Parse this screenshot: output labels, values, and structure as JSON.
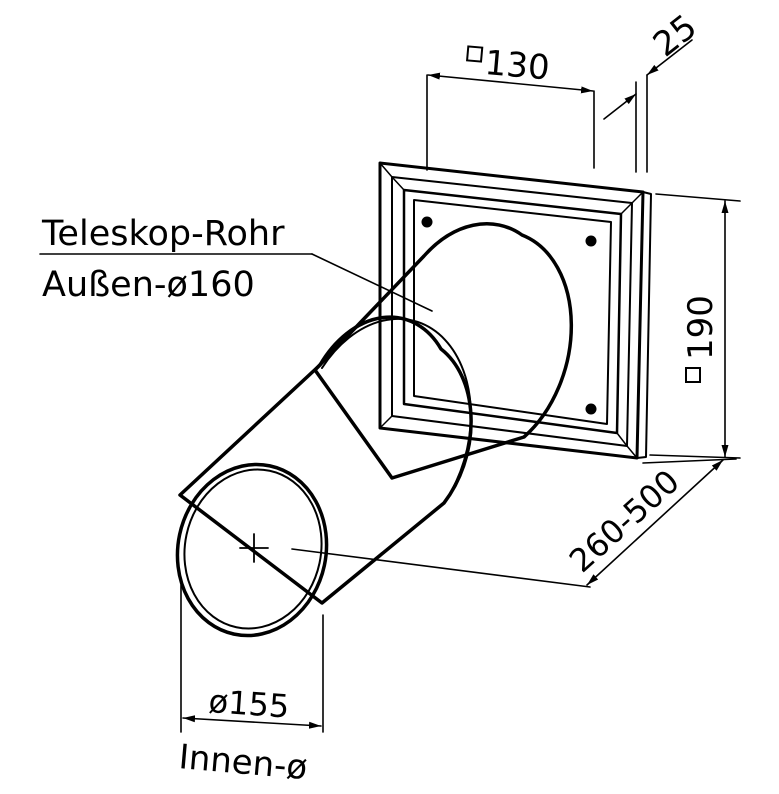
{
  "labels": {
    "tube_name": "Teleskop-Rohr",
    "tube_outer": "Außen-ø160",
    "dim_top": "130",
    "dim_thickness": "25",
    "dim_height": "190",
    "dim_length": "260-500",
    "dim_inner": "ø155",
    "inner_label": "Innen-ø"
  }
}
